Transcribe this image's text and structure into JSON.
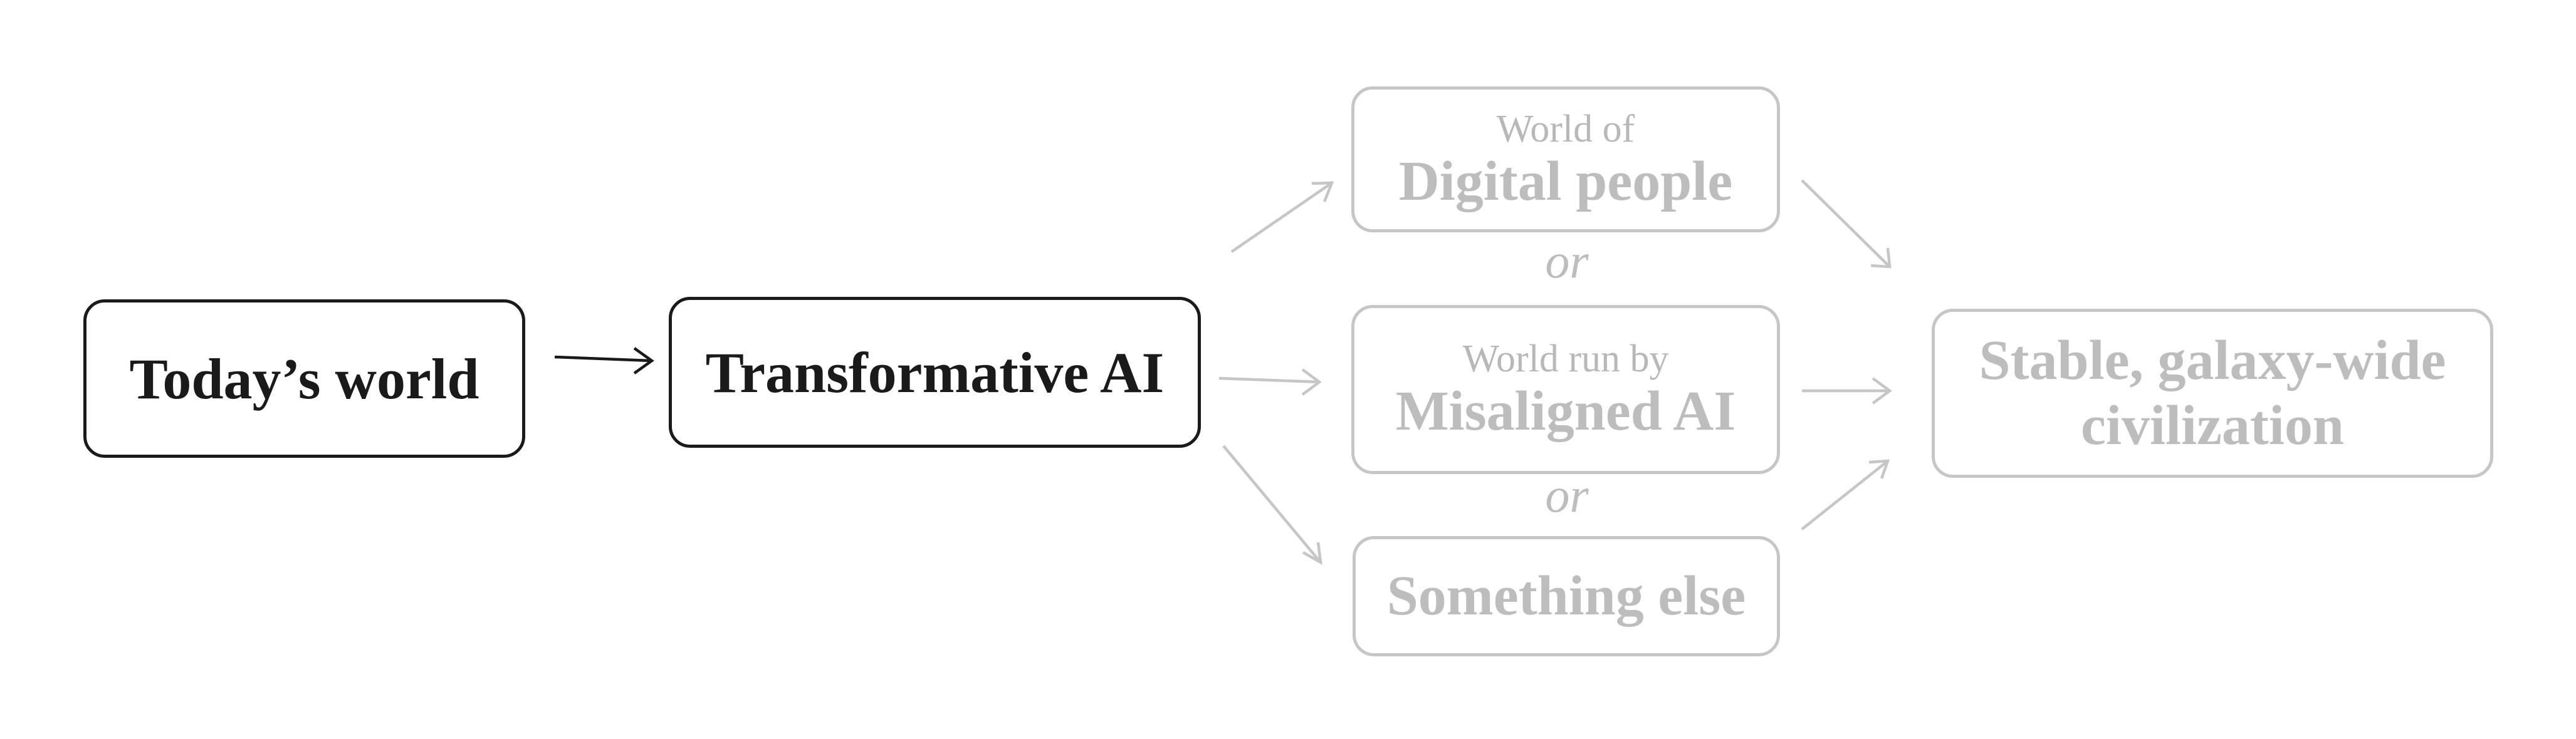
{
  "nodes": {
    "today": {
      "label": "Today’s world"
    },
    "tai": {
      "label": "Transformative AI"
    },
    "digital": {
      "pre": "World of",
      "label": "Digital people"
    },
    "misaligned": {
      "pre": "World run by",
      "label": "Misaligned AI"
    },
    "else": {
      "label": "Something else"
    },
    "stable": {
      "line1": "Stable, galaxy-wide",
      "line2": "civilization"
    }
  },
  "connectors": {
    "or_1": "or",
    "or_2": "or"
  },
  "colors": {
    "active": "#1a1a1a",
    "inactive_border": "#c6c6c6",
    "inactive_text": "#bdbdbd"
  }
}
